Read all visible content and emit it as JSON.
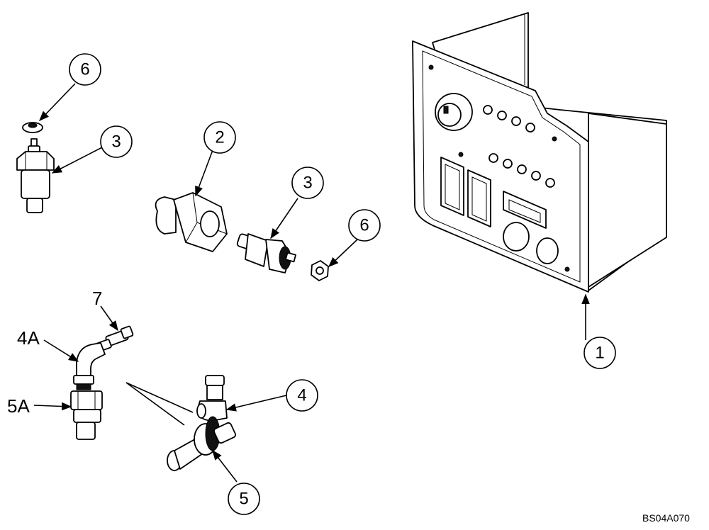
{
  "callouts": [
    {
      "id": "c1",
      "label": "1"
    },
    {
      "id": "c2",
      "label": "2"
    },
    {
      "id": "c3a",
      "label": "3"
    },
    {
      "id": "c3b",
      "label": "3"
    },
    {
      "id": "c4",
      "label": "4"
    },
    {
      "id": "c5",
      "label": "5"
    },
    {
      "id": "c6a",
      "label": "6"
    },
    {
      "id": "c6b",
      "label": "6"
    }
  ],
  "free_labels": {
    "label_7": "7",
    "label_4a": "4A",
    "label_5a": "5A"
  },
  "figure_id": "BS04A070"
}
